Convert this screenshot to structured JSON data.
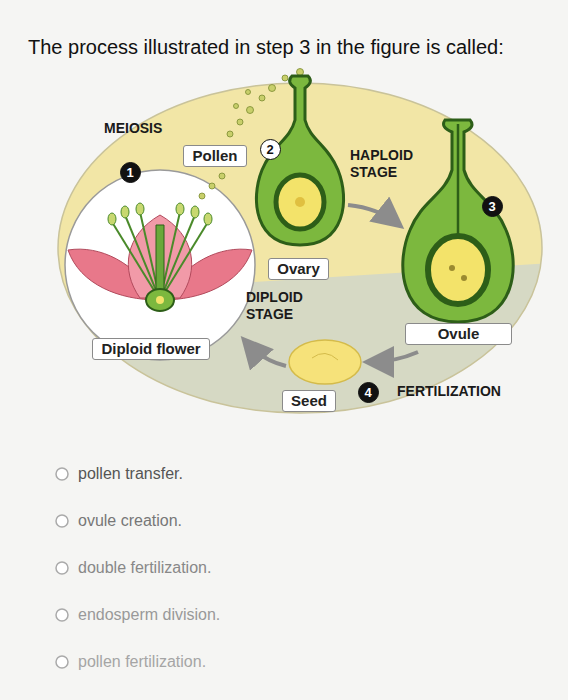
{
  "diagram": {
    "title": "The process illustrated in step 3 in the figure is called:",
    "nodes": [
      {
        "text": [
          "Pollen"
        ]
      },
      {
        "text": [
          "2"
        ]
      },
      {
        "text": [
          "1"
        ]
      },
      {
        "text": [
          "3"
        ]
      },
      {
        "text": [
          "Ovary"
        ]
      },
      {
        "text": [
          "Ovule"
        ]
      },
      {
        "text": [
          "Diploid flower"
        ]
      },
      {
        "text": [
          "Seed"
        ]
      },
      {
        "text": [
          "4"
        ]
      }
    ],
    "labels": [
      "MEIOSIS",
      "HAPLOID STAGE",
      "DIPLOID STAGE",
      "FERTILIZATION",
      "pollen transfer.",
      "ovule creation.",
      "double fertilization.",
      "endosperm division.",
      "pollen fertilization."
    ]
  }
}
